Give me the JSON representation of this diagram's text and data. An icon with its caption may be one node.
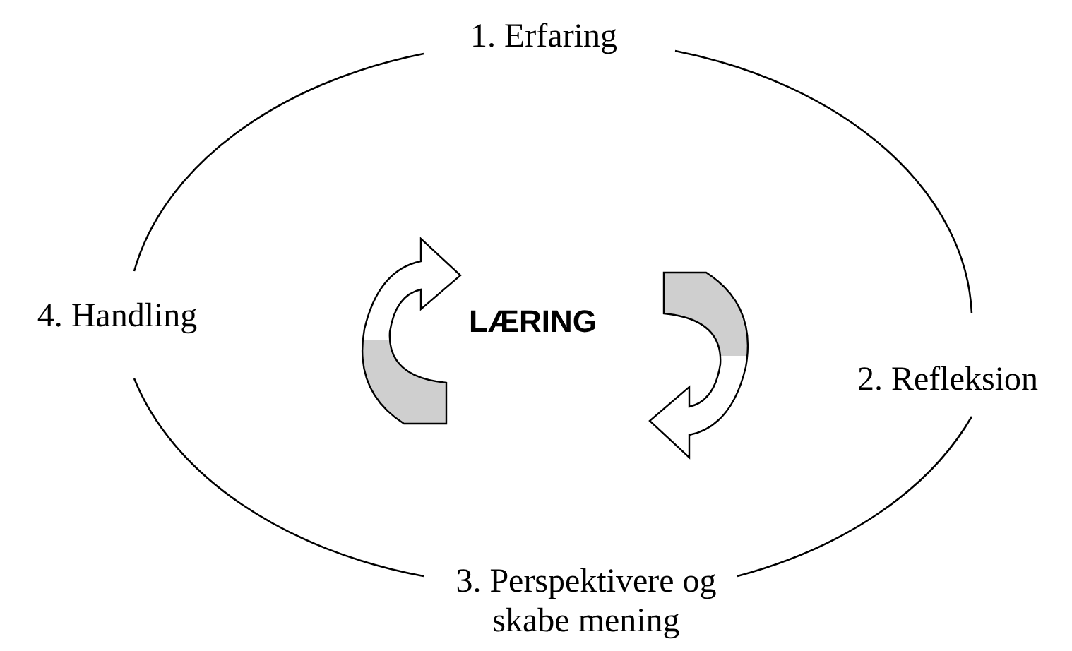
{
  "diagram": {
    "nodes": [
      {
        "text": [
          "1. Erfaring"
        ]
      },
      {
        "text": [
          "2. Refleksion"
        ]
      },
      {
        "text": [
          "3. Perspektivere og skabe mening"
        ]
      },
      {
        "text": [
          "4. Handling"
        ]
      }
    ],
    "edges": [
      {
        "from": 0,
        "to": 1,
        "arrow": "none"
      },
      {
        "from": 1,
        "to": 2,
        "arrow": "none"
      },
      {
        "from": 2,
        "to": 3,
        "arrow": "none"
      },
      {
        "from": 3,
        "to": 0,
        "arrow": "none"
      }
    ],
    "labels": [
      "LÆRING"
    ]
  }
}
